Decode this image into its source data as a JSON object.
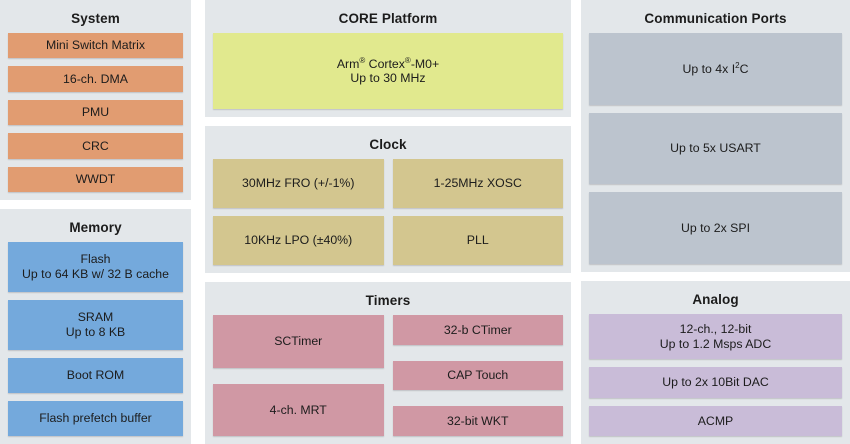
{
  "diagram": {
    "panel_background": "#e3e7ea",
    "page_background": "#ffffff"
  },
  "panels": {
    "system": {
      "title": "System",
      "color": "#e19c71",
      "blocks": [
        {
          "label": "Mini Switch Matrix"
        },
        {
          "label": "16-ch. DMA"
        },
        {
          "label": "PMU"
        },
        {
          "label": "CRC"
        },
        {
          "label": "WWDT"
        }
      ]
    },
    "memory": {
      "title": "Memory",
      "color": "#74a9dc",
      "blocks": [
        {
          "label": "Flash\nUp to 64 KB w/ 32 B cache"
        },
        {
          "label": "SRAM\nUp to 8 KB"
        },
        {
          "label": "Boot ROM"
        },
        {
          "label": "Flash prefetch buffer"
        }
      ]
    },
    "core": {
      "title": "CORE Platform",
      "color": "#e1e98e",
      "blocks": [
        {
          "label_line1_pre": "Arm",
          "label_line1_sup1": "®",
          "label_line1_mid": " Cortex",
          "label_line1_sup2": "®",
          "label_line1_post": "-M0+",
          "label_line2": "Up to 30 MHz"
        }
      ]
    },
    "clock": {
      "title": "Clock",
      "color": "#d3c68f",
      "blocks": [
        {
          "label": "30MHz FRO (+/-1%)"
        },
        {
          "label": "1-25MHz XOSC"
        },
        {
          "label": "10KHz LPO (±40%)"
        },
        {
          "label": "PLL"
        }
      ]
    },
    "timers": {
      "title": "Timers",
      "color": "#d098a4",
      "left_blocks": [
        {
          "label": "SCTimer"
        },
        {
          "label": "4-ch. MRT"
        }
      ],
      "right_blocks": [
        {
          "label": "32-b CTimer"
        },
        {
          "label": "CAP Touch"
        },
        {
          "label": "32-bit WKT"
        }
      ]
    },
    "communication_ports": {
      "title": "Communication Ports",
      "color": "#bcc4ce",
      "blocks": [
        {
          "label_pre": "Up to 4x I",
          "label_sup": "2",
          "label_post": "C"
        },
        {
          "label": "Up to 5x USART"
        },
        {
          "label": "Up to 2x SPI"
        }
      ]
    },
    "analog": {
      "title": "Analog",
      "color": "#c9bcd8",
      "blocks": [
        {
          "label": "12-ch., 12-bit\nUp to 1.2 Msps ADC"
        },
        {
          "label": "Up to 2x 10Bit DAC"
        },
        {
          "label": "ACMP"
        }
      ]
    }
  }
}
